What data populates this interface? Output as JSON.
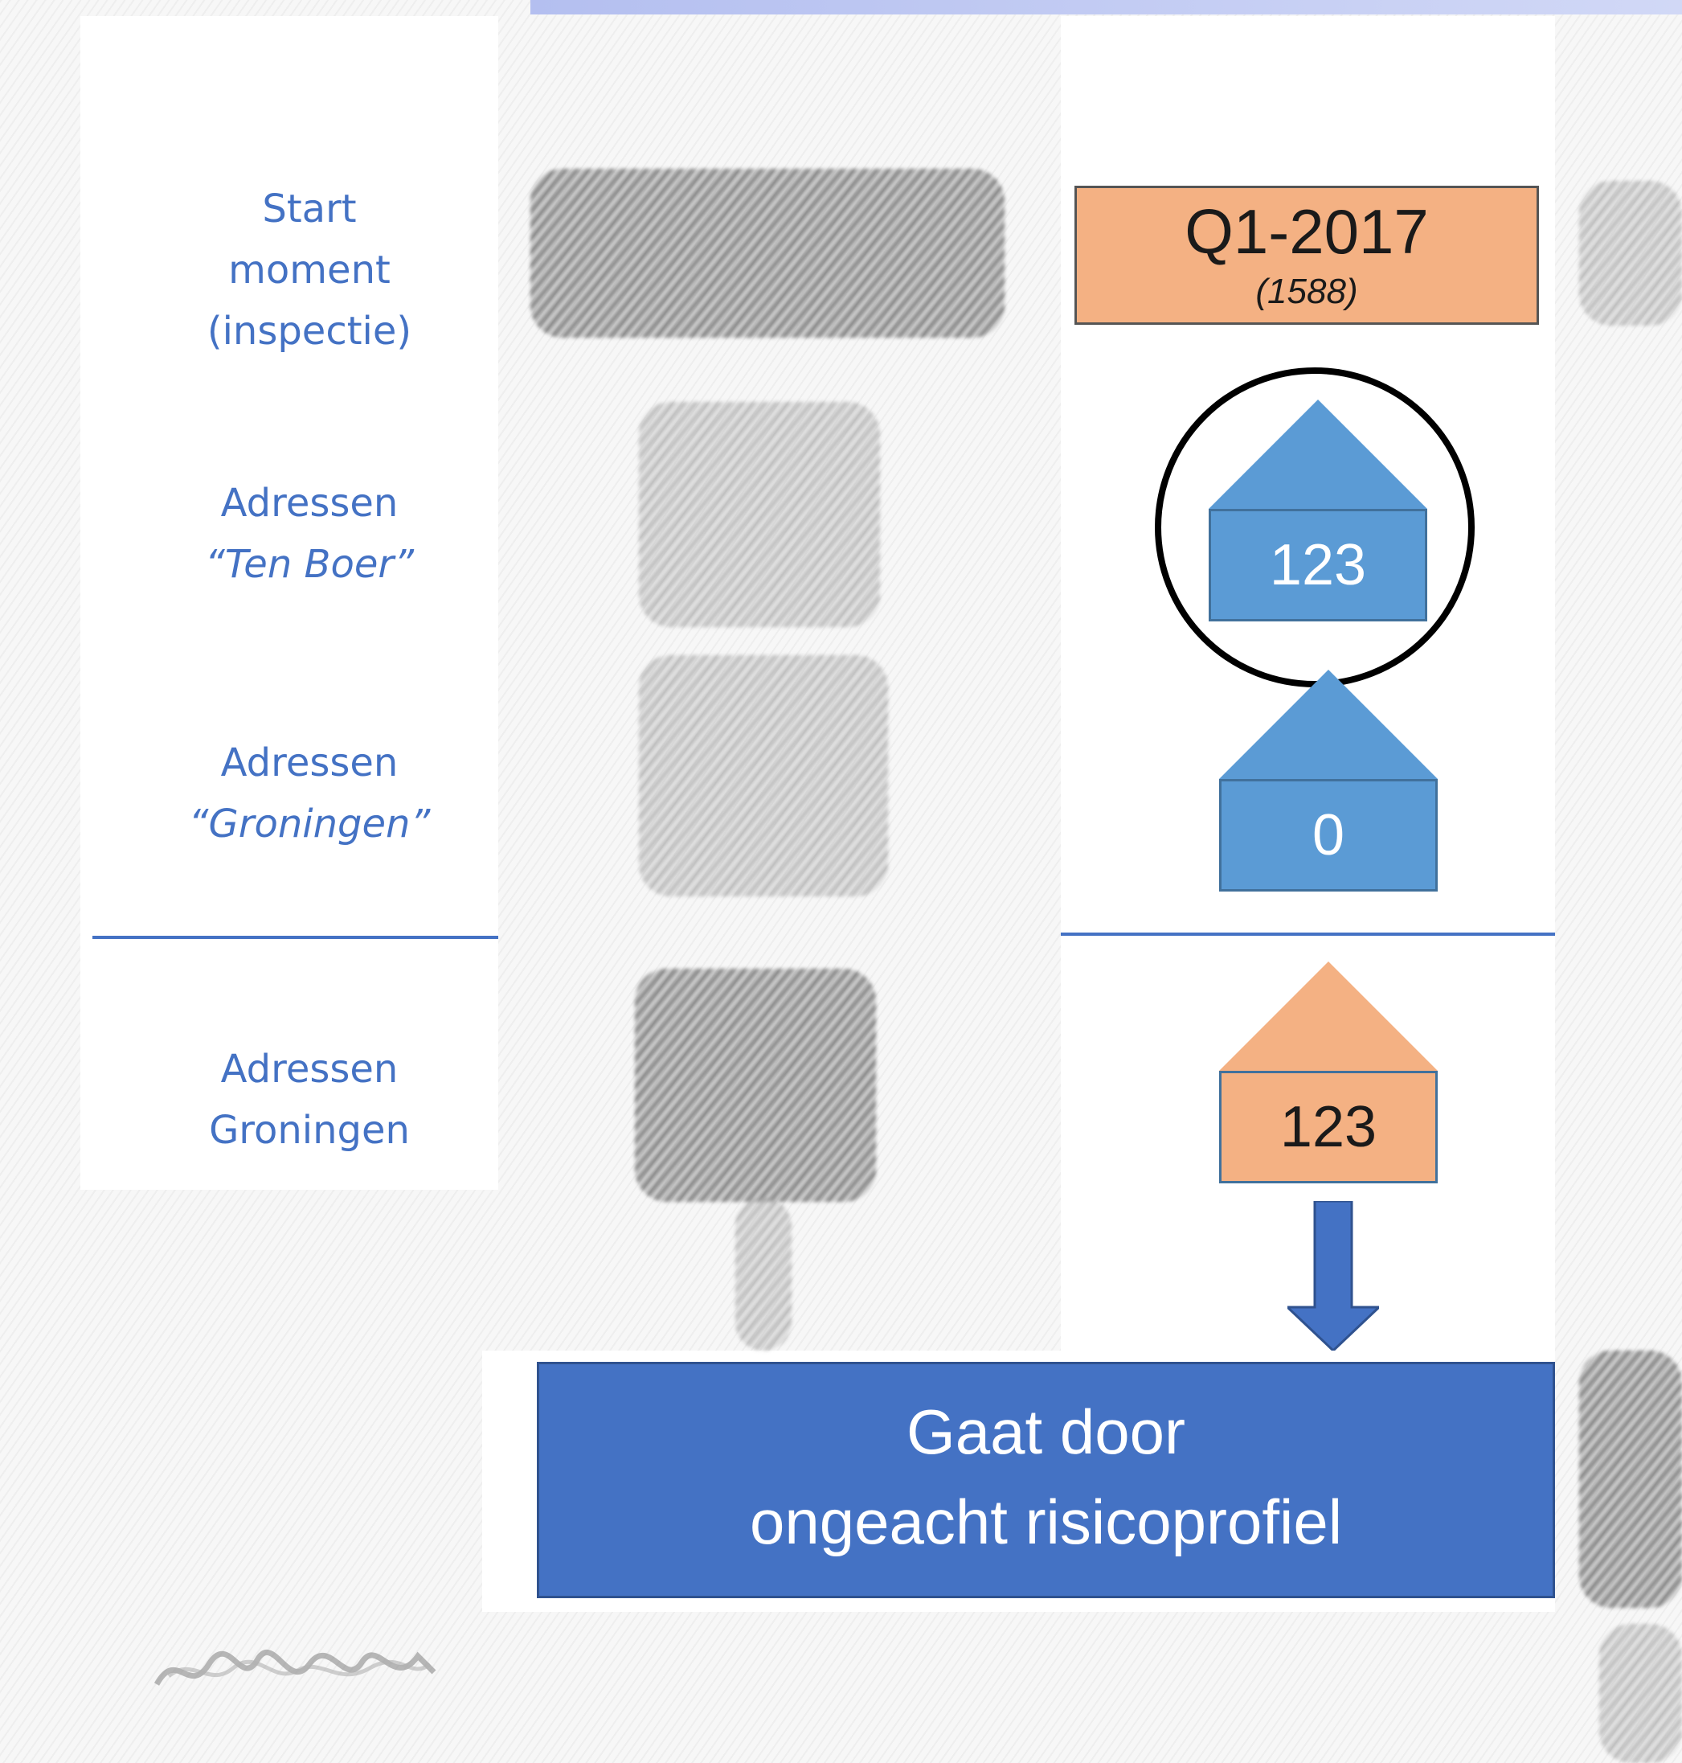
{
  "labels": {
    "start": [
      "Start",
      "moment",
      "(inspectie)"
    ],
    "ten_boer": [
      "Adressen",
      "“Ten Boer”"
    ],
    "groningen_quoted": [
      "Adressen",
      "“Groningen”"
    ],
    "groningen": [
      "Adressen",
      "Groningen"
    ]
  },
  "period": {
    "quarter": "Q1-2017",
    "count": "(1588)"
  },
  "houses": {
    "ten_boer": "123",
    "groningen_quoted": "0",
    "groningen": "123"
  },
  "outcome": {
    "line1": "Gaat door",
    "line2": "ongeacht risicoprofiel"
  },
  "colors": {
    "label_blue": "#4472c4",
    "house_blue": "#5b9bd5",
    "house_orange": "#f4b183",
    "outcome_blue": "#4472c4",
    "arrow_blue": "#4472c4"
  },
  "icons": [
    "house-icon",
    "down-arrow-icon",
    "highlight-circle"
  ]
}
